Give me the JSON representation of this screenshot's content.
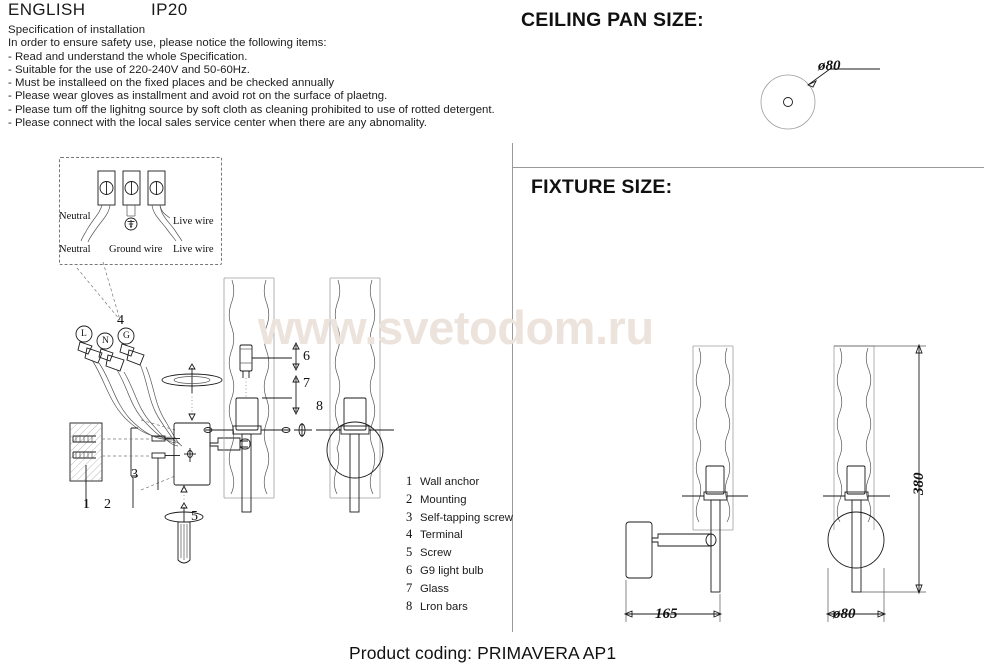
{
  "header": {
    "language": "ENGLISH",
    "ip_rating": "IP20"
  },
  "specification": {
    "title": "Specification of installation",
    "intro": "In order to ensure safety use, please notice the following items:",
    "items": [
      "- Read and understand the whole Specification.",
      "- Suitable for the use of 220-240V and 50-60Hz.",
      "- Must be installeed on the fixed places and be checked annually",
      "- Please wear gloves as installment and avoid rot on the surface of plaetng.",
      "- Please tum off the lighitng source by soft cloth as cleaning prohibited to use of rotted detergent.",
      "- Please connect with the local sales service center when there are any abnomality."
    ]
  },
  "wiring_diagram": {
    "labels": {
      "neutral_top": "Neutral",
      "live_top": "Live wire",
      "neutral_bottom": "Neutral",
      "ground_bottom": "Ground wire",
      "live_bottom": "Live wire"
    }
  },
  "assembly": {
    "terminal_letters": [
      "L",
      "N",
      "G"
    ],
    "callouts": [
      "1",
      "2",
      "3",
      "4",
      "5",
      "6",
      "7",
      "8"
    ]
  },
  "parts_list": [
    {
      "num": "1",
      "name": "Wall anchor"
    },
    {
      "num": "2",
      "name": "Mounting"
    },
    {
      "num": "3",
      "name": "Self-tapping screw"
    },
    {
      "num": "4",
      "name": "Terminal"
    },
    {
      "num": "5",
      "name": "Screw"
    },
    {
      "num": "6",
      "name": "G9 light bulb"
    },
    {
      "num": "7",
      "name": "Glass"
    },
    {
      "num": "8",
      "name": "Lron bars"
    }
  ],
  "ceiling_pan": {
    "heading": "CEILING PAN SIZE:",
    "diameter_label": "ø80"
  },
  "fixture": {
    "heading": "FIXTURE SIZE:",
    "width_label": "165",
    "height_label": "380",
    "diameter_label": "ø80"
  },
  "watermark": {
    "text": "www.svetodom.ru",
    "color": "#ece3dc"
  },
  "footer": {
    "product_coding": "Product coding: PRIMAVERA AP1"
  }
}
